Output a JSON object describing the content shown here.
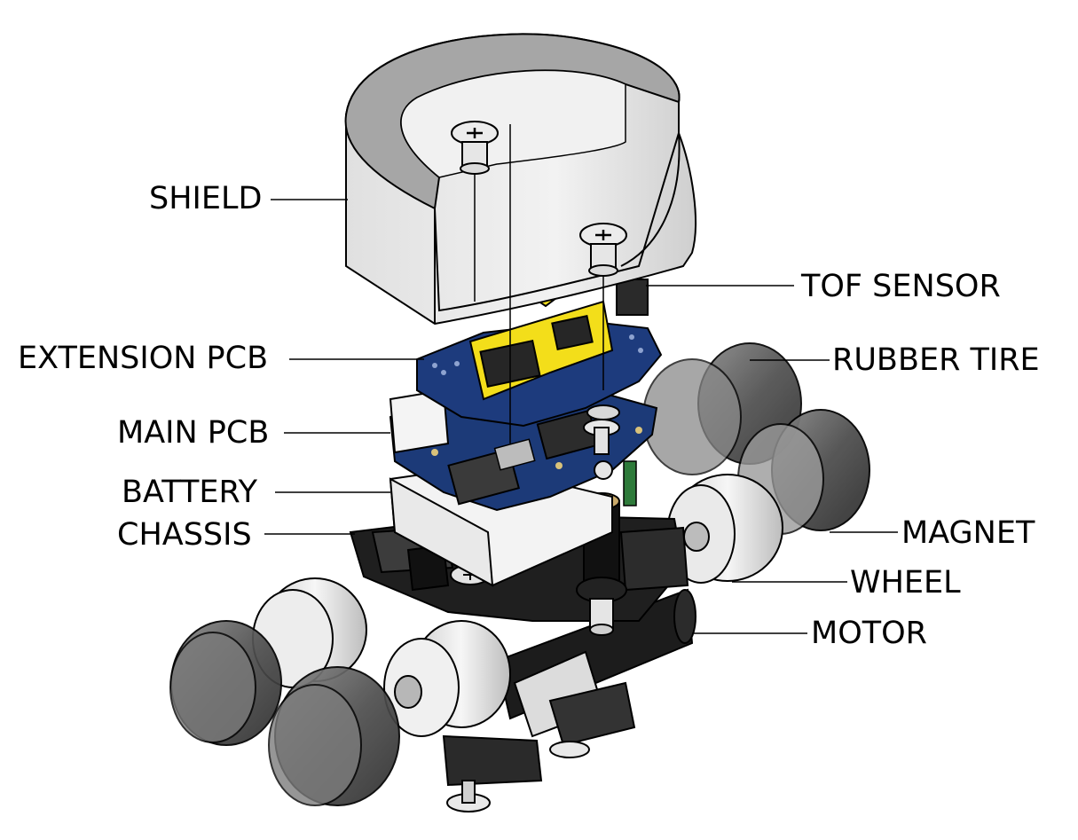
{
  "labels": {
    "shield": "SHIELD",
    "tof_sensor": "TOF SENSOR",
    "extension_pcb": "EXTENSION PCB",
    "rubber_tire": "RUBBER TIRE",
    "main_pcb": "MAIN PCB",
    "battery": "BATTERY",
    "chassis": "CHASSIS",
    "magnet": "MAGNET",
    "wheel": "WHEEL",
    "motor": "MOTOR"
  },
  "colors": {
    "shield": "#e6e6e6",
    "shield_rim": "#a9a9a9",
    "pcb": "#1c3a78",
    "tof_board": "#f3de1a",
    "chassis": "#1a1a1a",
    "tire": "#5a5a5a",
    "hub": "#e8e8e8",
    "leader": "#000000"
  }
}
